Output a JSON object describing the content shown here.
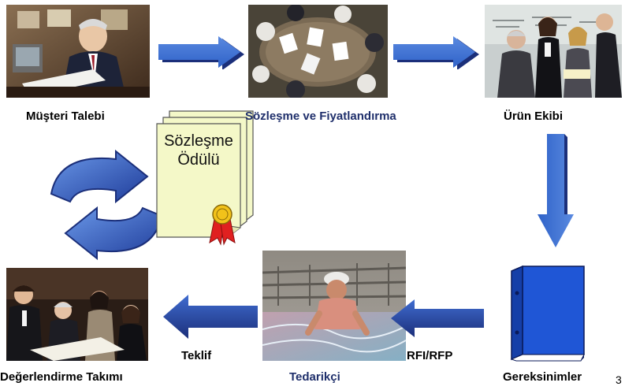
{
  "nodes": {
    "customer_request": "Müşteri Talebi",
    "contract_pricing": "Sözleşme ve Fiyatlandırma",
    "product_team": "Ürün Ekibi",
    "requirements": "Gereksinimler",
    "supplier": "Tedarikçi",
    "evaluation_team": "Değerlendirme Takımı"
  },
  "edges": {
    "rfi_rfp": "RFI/RFP",
    "offer": "Teklif"
  },
  "award": {
    "line1": "Sözleşme",
    "line2": "Ödülü"
  },
  "page_number": "3",
  "icons": {
    "arrow_right": "arrow-right-icon",
    "arrow_down": "arrow-down-icon",
    "arrow_left": "arrow-left-icon",
    "cycle": "cycle-arrows-icon",
    "document_stack": "document-stack-icon",
    "ribbon_seal": "ribbon-seal-icon",
    "binder": "binder-icon"
  },
  "colors": {
    "arrow_fill": "#3a6fd0",
    "arrow_dark": "#1c2f7a",
    "doc_fill": "#f4f8c8",
    "binder_blue": "#1f56d6",
    "navy_text": "#1f2f6b"
  }
}
